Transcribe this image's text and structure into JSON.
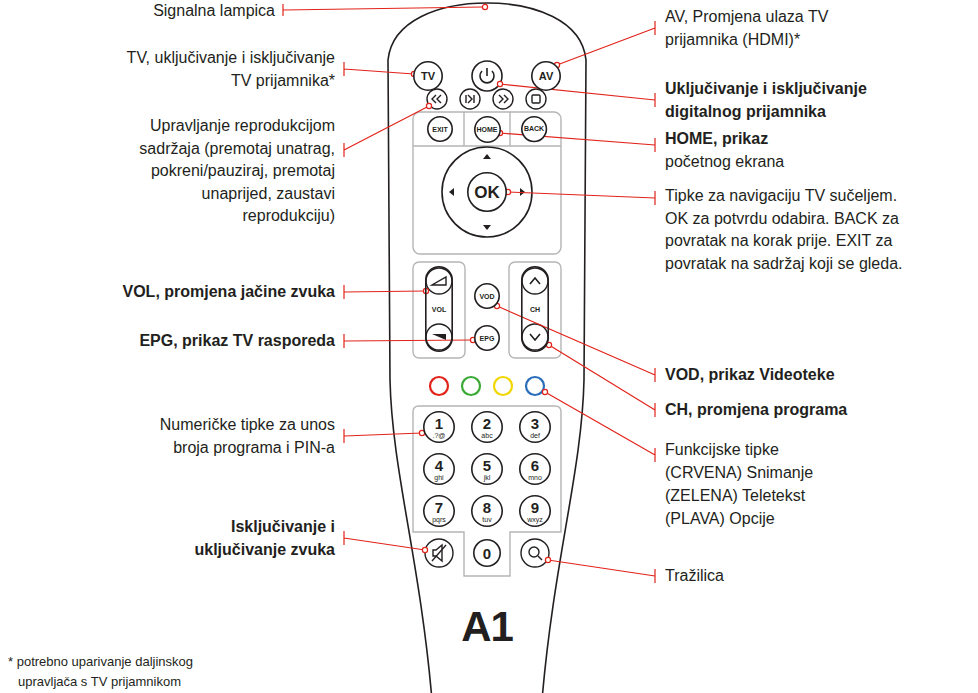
{
  "diagram": {
    "nodes": [
      {
        "text": [
          "TV"
        ]
      },
      {
        "text": [
          "AV"
        ]
      },
      {
        "text": [
          "EXIT"
        ]
      },
      {
        "text": [
          "HOME"
        ]
      },
      {
        "text": [
          "BACK"
        ]
      },
      {
        "text": [
          "OK"
        ]
      },
      {
        "text": [
          "VOL"
        ]
      },
      {
        "text": [
          "VOD"
        ]
      },
      {
        "text": [
          "CH"
        ]
      },
      {
        "text": [
          "EPG"
        ]
      },
      {
        "text": [
          "1",
          ".?@"
        ]
      },
      {
        "text": [
          "2",
          "abc"
        ]
      },
      {
        "text": [
          "3",
          "def"
        ]
      },
      {
        "text": [
          "4",
          "ghi"
        ]
      },
      {
        "text": [
          "5",
          "jkl"
        ]
      },
      {
        "text": [
          "6",
          "mno"
        ]
      },
      {
        "text": [
          "7",
          "pqrs"
        ]
      },
      {
        "text": [
          "8",
          "tuv"
        ]
      },
      {
        "text": [
          "9",
          "wxyz"
        ]
      },
      {
        "text": [
          "0"
        ]
      }
    ],
    "labels": [
      "Signalna lampica",
      "TV, uključivanje i isključivanje TV prijamnika*",
      "Upravljanje reprodukcijom sadržaja (premotaj unatrag, pokreni/pauziraj, premotaj unaprijed, zaustavi reprodukciju)",
      "VOL, promjena jačine zvuka",
      "EPG, prikaz TV rasporeda",
      "Numeričke tipke za unos broja programa i PIN-a",
      "Isključivanje i uključivanje zvuka",
      "* potrebno uparivanje daljinskog upravljača s TV prijamnikom",
      "AV, Promjena ulaza TV prijamnika (HDMI)*",
      "Uključivanje i isključivanje digitalnog prijamnika",
      "HOME, prikaz",
      "početnog ekrana",
      "Tipke za navigaciju TV sučeljem. OK za potvrdu odabira. BACK za povratak na korak prije. EXIT za povratak na sadržaj koji se gleda.",
      "VOD, prikaz Videoteke",
      "CH, promjena programa",
      "Funkcijske tipke",
      "(CRVENA) Snimanje",
      "(ZELENA) Teletekst",
      "(PLAVA) Opcije",
      "Tražilica",
      "A1"
    ]
  }
}
